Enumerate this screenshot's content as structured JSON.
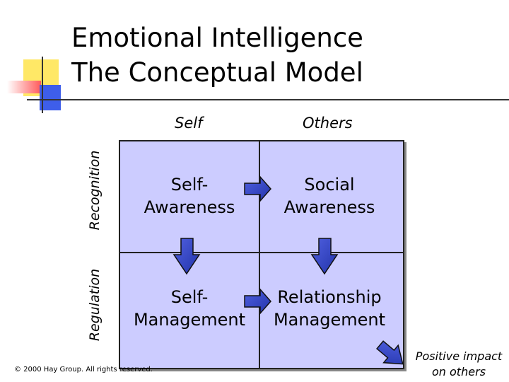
{
  "title": {
    "line1": "Emotional Intelligence",
    "line2": "The Conceptual Model"
  },
  "columns": {
    "self": "Self",
    "others": "Others"
  },
  "rows": {
    "recognition": "Recognition",
    "regulation": "Regulation"
  },
  "cells": {
    "self_awareness": {
      "line1": "Self-",
      "line2": "Awareness"
    },
    "social_awareness": {
      "line1": "Social",
      "line2": "Awareness"
    },
    "self_management": {
      "line1": "Self-",
      "line2": "Management"
    },
    "relationship_management": {
      "line1": "Relationship",
      "line2": "Management"
    }
  },
  "footer": {
    "copyright": "© 2000 Hay Group. All rights reserved.",
    "impact_line1": "Positive impact",
    "impact_line2": "on others"
  },
  "colors": {
    "grid_fill": "#CCCCFF",
    "arrow_fill": "#3344CC",
    "deco_yellow": "#FFE866",
    "deco_red": "#FF5A5A",
    "deco_blue": "#3E5EEA"
  }
}
